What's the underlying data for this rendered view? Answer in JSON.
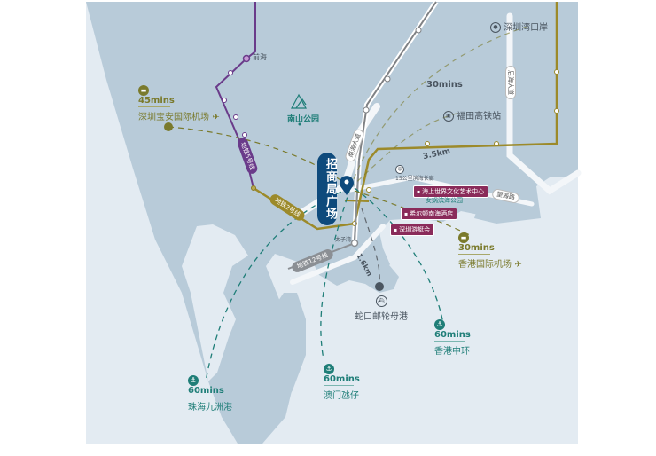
{
  "map": {
    "colors": {
      "land": "#b8cbd9",
      "water": "#e3ebf2",
      "metro5": "#6a3b8a",
      "metro2": "#9c8a2a",
      "metro12": "#8b8f94",
      "rail": "#7f8184",
      "olive": "#7a7a2c",
      "teal": "#1f7e78",
      "navy": "#0e4a7c",
      "poi": "#8a2b5a"
    },
    "center": {
      "label": "招商局广场",
      "icon": "map-pin-icon"
    },
    "metro_lines": [
      {
        "label": "地铁5号线"
      },
      {
        "label": "地铁2号线"
      },
      {
        "label": "地铁12号线"
      }
    ],
    "stations": {
      "qianhai": "前海",
      "taiziwan": "太子湾"
    },
    "park": {
      "label": "南山公园",
      "icon": "mountain-icon"
    },
    "roads": {
      "nanhai": "南海大道",
      "houhai": "后海大道",
      "wanghai": "望海路"
    },
    "landmarks": {
      "shenzhen_bay_port": {
        "label": "深圳湾口岸",
        "icon": "location-pin-icon"
      },
      "futian_station": {
        "label": "福田高铁站",
        "icon": "train-icon"
      },
      "cruise_port": {
        "label": "蛇口邮轮母港",
        "icon": "ship-icon"
      },
      "promenade": {
        "label": "15公里滨海长廊",
        "icon": "walk-icon"
      }
    },
    "distances": {
      "to_futian": "3.5km",
      "to_cruise": "1.6km",
      "to_port_time": "30mins"
    },
    "pois": [
      "海上世界文化艺术中心",
      "希尔顿南海酒店",
      "深圳游艇会"
    ],
    "park_tag": "女娲滨海公园",
    "destinations": [
      {
        "time": "45mins",
        "label": "深圳宝安国际机场",
        "icon": "car-icon",
        "mode": "plane-icon"
      },
      {
        "time": "30mins",
        "label": "香港国际机场",
        "icon": "car-icon",
        "mode": "plane-icon"
      },
      {
        "time": "60mins",
        "label": "香港中环",
        "icon": "anchor-icon"
      },
      {
        "time": "60mins",
        "label": "澳门氹仔",
        "icon": "anchor-icon"
      },
      {
        "time": "60mins",
        "label": "珠海九洲港",
        "icon": "anchor-icon"
      }
    ]
  }
}
